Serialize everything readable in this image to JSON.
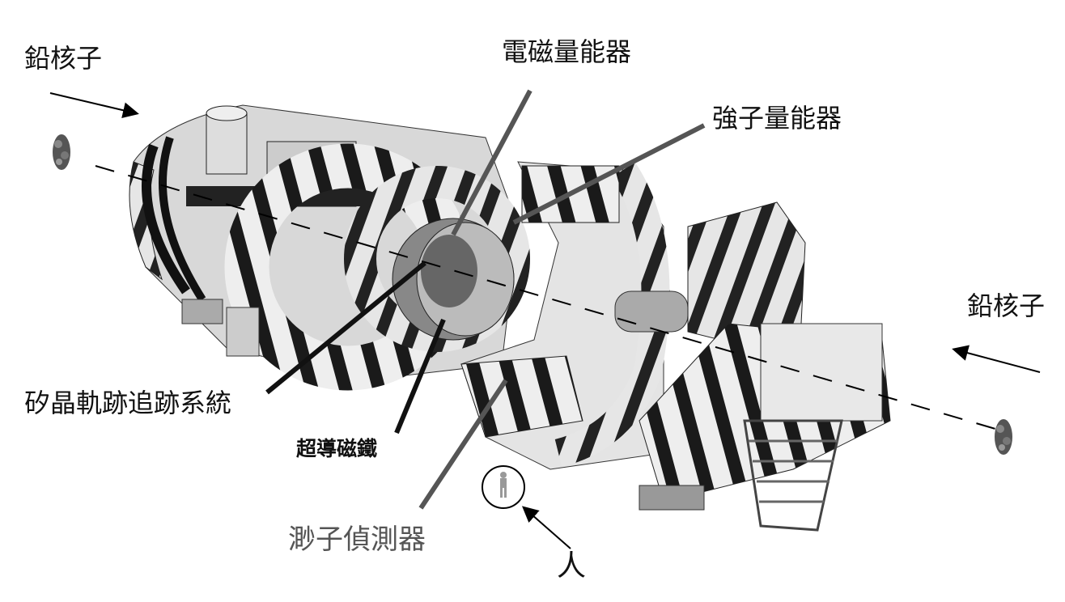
{
  "labels": {
    "lead_nucleus_left": "鉛核子",
    "lead_nucleus_right": "鉛核子",
    "ecal": "電磁量能器",
    "hcal": "強子量能器",
    "tracker": "矽晶軌跡追跡系統",
    "magnet": "超導磁鐵",
    "muon": "渺子偵測器",
    "person": "人"
  }
}
